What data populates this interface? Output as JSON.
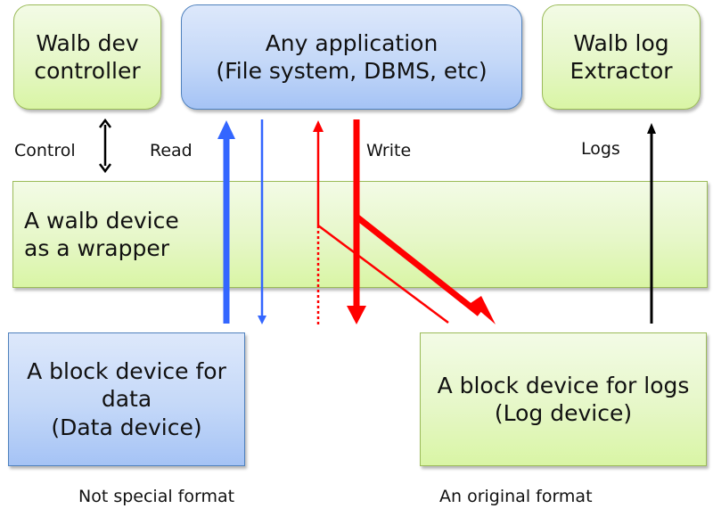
{
  "diagram": {
    "top_boxes": {
      "controller": {
        "line1": "Walb dev",
        "line2": "controller"
      },
      "application": {
        "line1": "Any application",
        "line2": "(File system, DBMS, etc)"
      },
      "extractor": {
        "line1": "Walb log",
        "line2": "Extractor"
      }
    },
    "wrapper": {
      "line1": "A walb device",
      "line2": "as a wrapper"
    },
    "bottom_boxes": {
      "data_device": {
        "line1": "A block device for data",
        "line2": "(Data device)"
      },
      "log_device": {
        "line1": "A block device for logs",
        "line2": "(Log device)"
      }
    },
    "labels": {
      "control": "Control",
      "read": "Read",
      "write": "Write",
      "logs": "Logs",
      "data_format": "Not special format",
      "log_format": "An original format"
    },
    "colors": {
      "read": "#3366ff",
      "write": "#ff0000",
      "control": "#000000",
      "green_fill": "#e6f7c8",
      "green_border": "#9bbb59",
      "blue_fill": "#c4d8f8",
      "blue_border": "#4f81bd"
    }
  }
}
